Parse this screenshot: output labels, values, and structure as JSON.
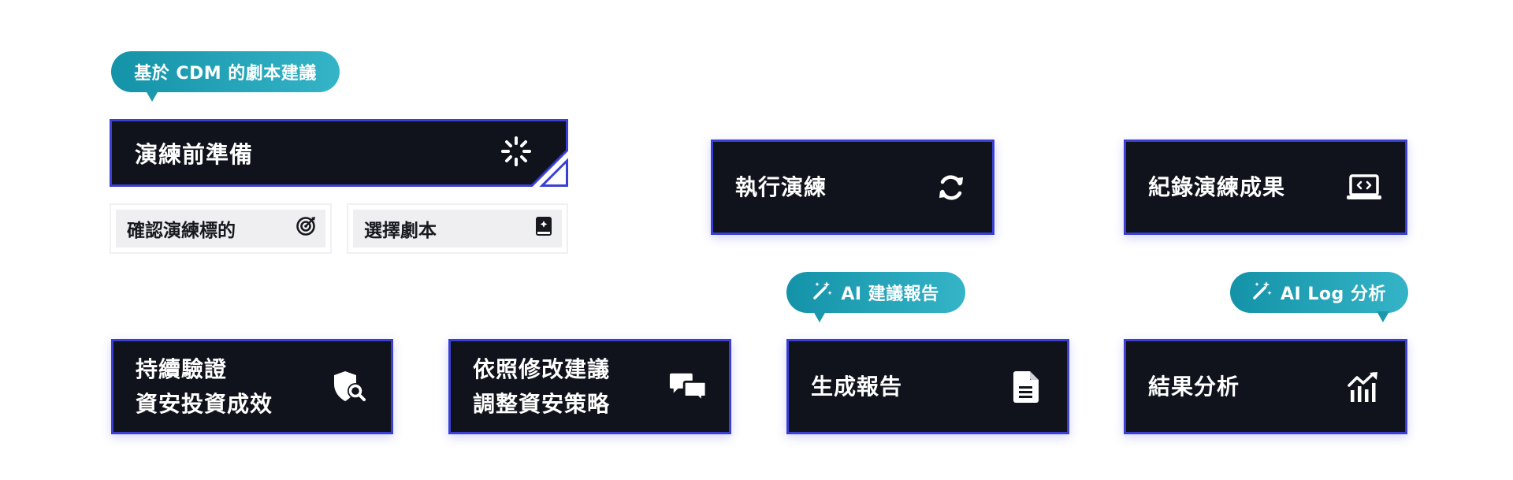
{
  "bubbles": {
    "cdm": "基於 CDM 的劇本建議",
    "ai_report": "AI 建議報告",
    "ai_log": "AI Log 分析"
  },
  "steps": {
    "prepare": "演練前準備",
    "confirm_target": "確認演練標的",
    "choose_script": "選擇劇本",
    "execute": "執行演練",
    "record": "紀錄演練成果",
    "continuous_line1": "持續驗證",
    "continuous_line2": "資安投資成效",
    "adjust_line1": "依照修改建議",
    "adjust_line2": "調整資安策略",
    "generate_report": "生成報告",
    "analysis": "結果分析"
  },
  "icons": {
    "prepare": "loading-spinner-icon",
    "confirm_target": "target-icon",
    "choose_script": "book-icon",
    "execute": "refresh-icon",
    "record": "laptop-code-icon",
    "continuous": "shield-search-icon",
    "adjust": "chat-bubbles-icon",
    "generate_report": "document-icon",
    "analysis": "chart-trend-icon",
    "ai_magic": "magic-wand-icon"
  },
  "colors": {
    "box_bg": "#10131b",
    "box_border": "#3b3fd4",
    "bubble_start": "#1493a8",
    "bubble_end": "#35b4c8",
    "subitem_bg": "#efeff1"
  }
}
